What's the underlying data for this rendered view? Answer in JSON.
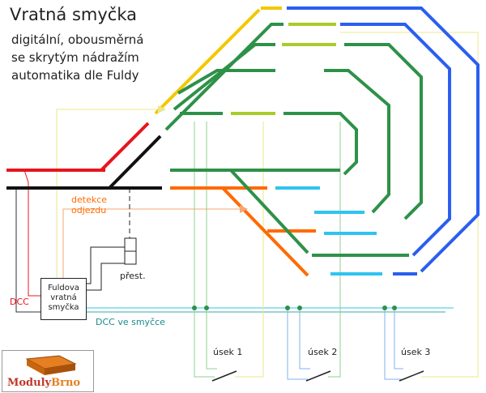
{
  "title": "Vratná smyčka",
  "subtitle_lines": [
    "digitální, obousměrná",
    "se skrytým nádražím",
    "automatika dle Fuldy"
  ],
  "labels": {
    "detekce": "detekce",
    "odjezdu": "odjezdu",
    "prest": "přest.",
    "dcc": "DCC",
    "dcc_loop": "DCC ve smyčce",
    "usek1": "úsek 1",
    "usek2": "úsek 2",
    "usek3": "úsek 3"
  },
  "box_lines": [
    "Fuldova",
    "vratná",
    "smyčka"
  ],
  "logo": {
    "part1": "Moduly",
    "part2": "Brno"
  },
  "colors": {
    "red": "#e8141c",
    "black": "#111111",
    "orange": "#ff6a00",
    "yellow": "#f2c800",
    "green": "#2e9148",
    "lime": "#a8cc2a",
    "blue": "#2b5ef0",
    "cyan": "#2ec4f0",
    "teal": "#3aa8a0",
    "lightyellow": "#e8e88a",
    "lightgreen": "#8fd08f",
    "lightblue": "#7fb0f0",
    "lightorange": "#f6a872"
  }
}
